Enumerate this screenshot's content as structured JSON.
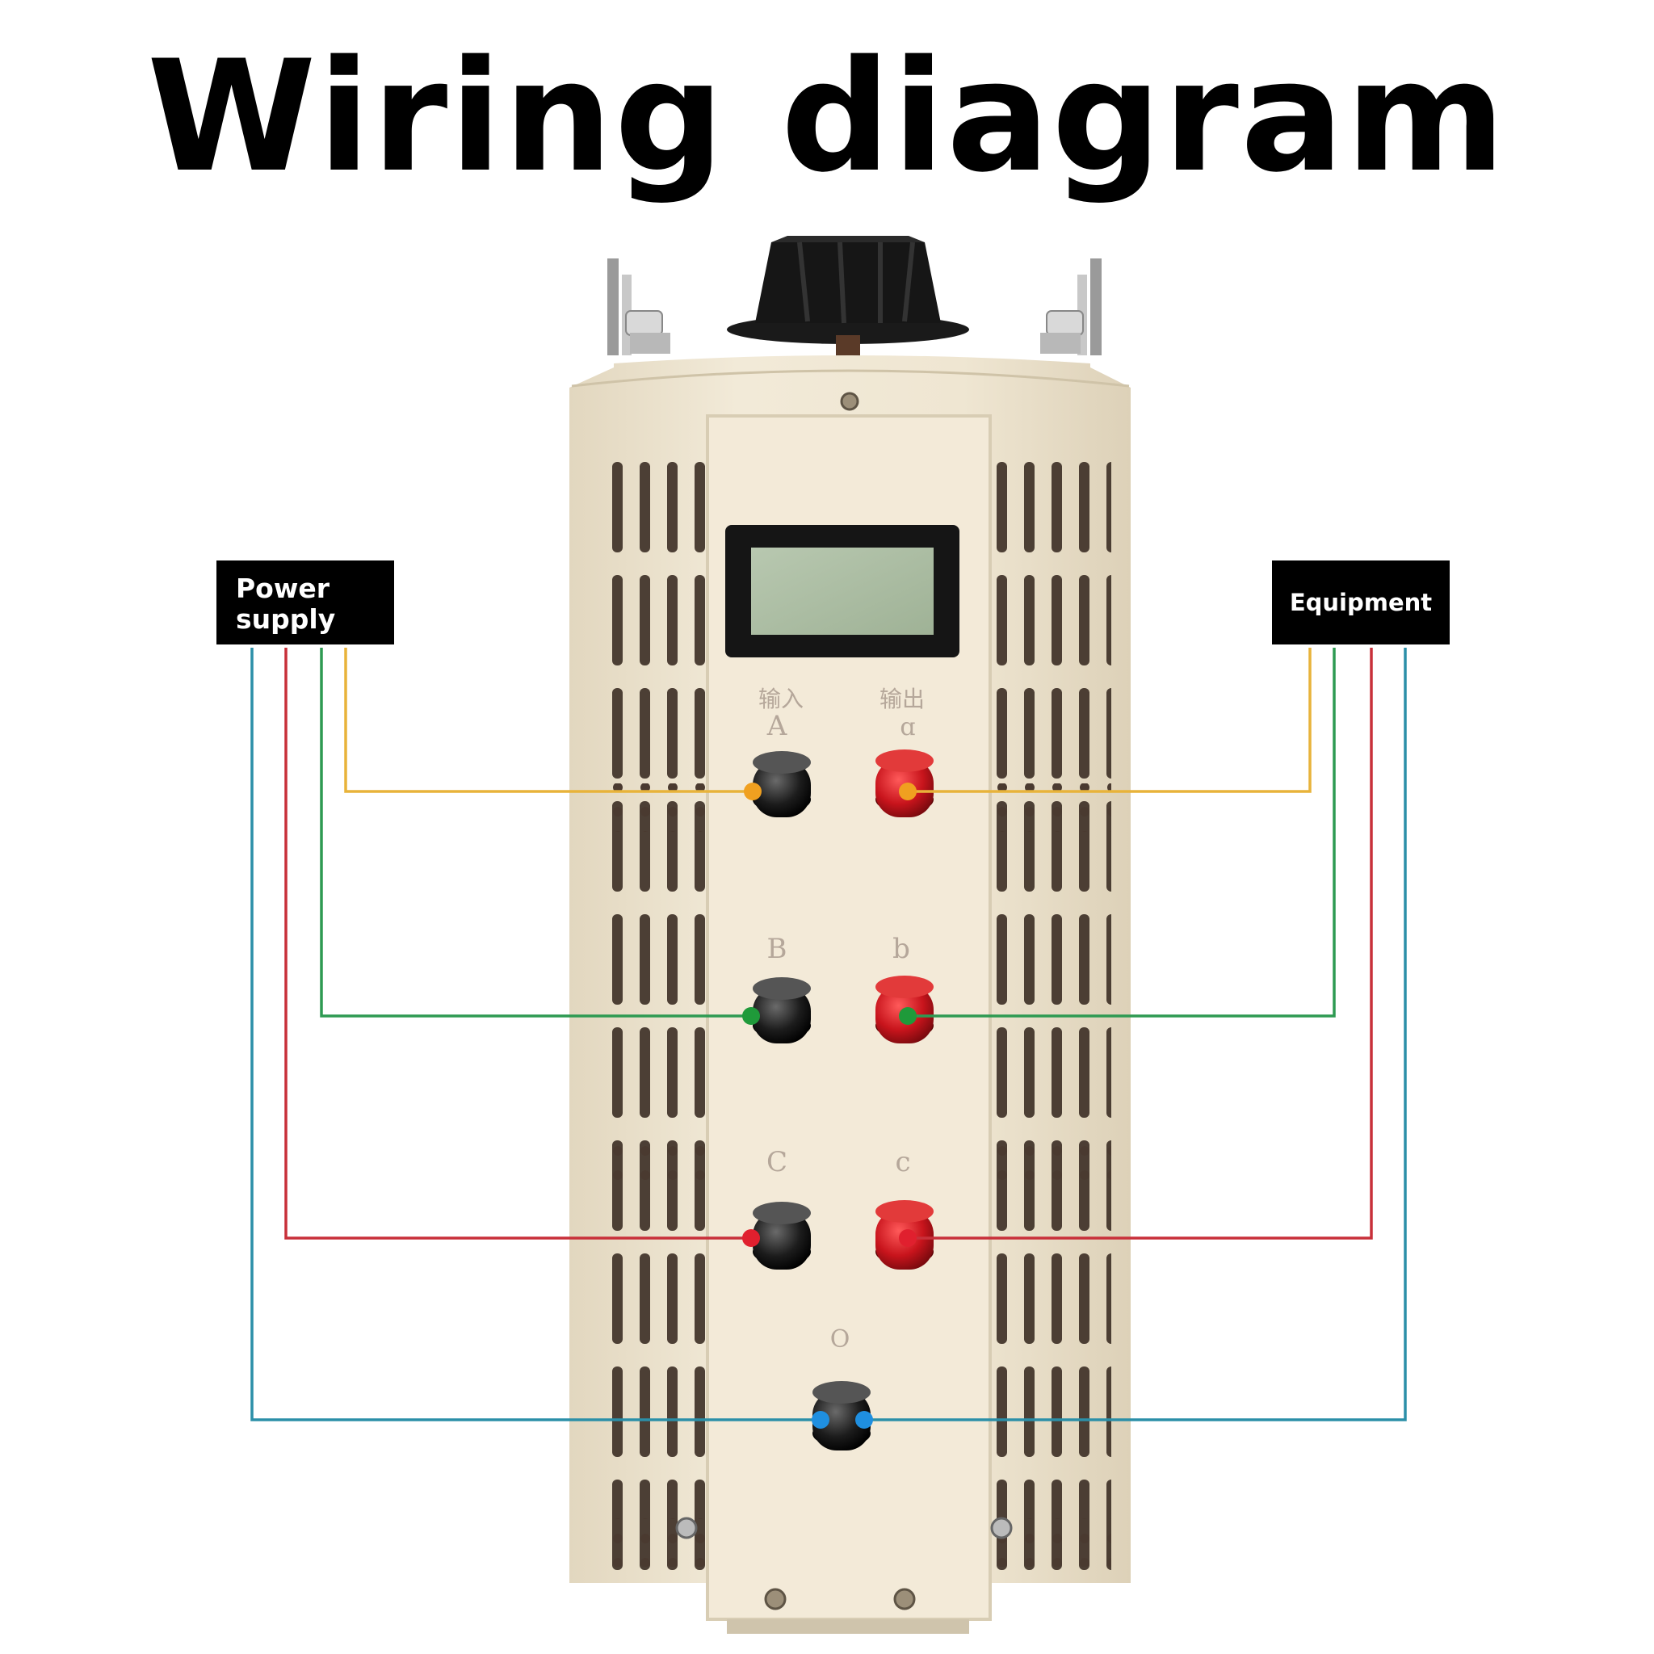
{
  "title": "Wiring diagram",
  "power_supply": {
    "line1": "Power",
    "line2": "supply"
  },
  "equipment": "Equipment",
  "panel": {
    "input_label": "输入",
    "output_label": "输出",
    "terminal_A": "A",
    "terminal_a": "ɑ",
    "terminal_B": "B",
    "terminal_b": "b",
    "terminal_C": "C",
    "terminal_c": "c",
    "terminal_O": "O"
  },
  "colors": {
    "phase_a": "#e8b33a",
    "phase_b": "#2e9a52",
    "phase_c": "#c8303a",
    "neutral": "#2b8fa8",
    "phase_a_dot": "#f0a020",
    "phase_b_dot": "#1f9a3a",
    "phase_c_dot": "#e0202e",
    "neutral_dot": "#1f8fe0",
    "body": "#efe6d3",
    "front_panel": "#f3ead8"
  }
}
